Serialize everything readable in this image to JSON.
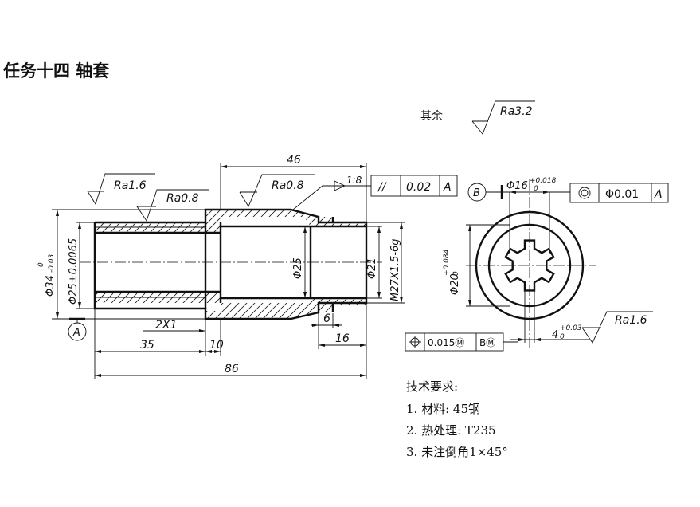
{
  "title": "任务十四    轴套",
  "roughness_other": {
    "prefix": "其余",
    "value": "Ra3.2"
  },
  "roughness": {
    "bore_left": "Ra1.6",
    "bore_mid": "Ra0.8",
    "cone": "Ra0.8",
    "keyway": "Ra1.6"
  },
  "taper": "1:8",
  "tolerance_frame_left": {
    "symbol": "//",
    "value": "0.02",
    "datum": "A"
  },
  "tolerance_frame_right": {
    "symbol": "◎",
    "value": "Φ0.01",
    "datum": "A"
  },
  "tolerance_frame_bottom": {
    "symbol": "⊕",
    "value": "0.015Ⓜ",
    "datum": "BⓂ"
  },
  "datum_labels": {
    "a": "A",
    "b": "B"
  },
  "dimensions": {
    "length_46": "46",
    "outer_dia_main": "Φ34",
    "outer_dia_tol_upper": "0",
    "outer_dia_tol_lower": "-0.03",
    "bore_dia": "Φ25±0.0065",
    "mid_dia": "Φ25",
    "right_dia": "Φ21",
    "thread": "M27X1.5-6g",
    "groove": "2X1",
    "len_35": "35",
    "len_10": "10",
    "len_6": "6",
    "len_16": "16",
    "len_86": "86",
    "spline_dia_main": "Φ16",
    "spline_dia_tol_upper": "+0.018",
    "spline_dia_tol_lower": "0",
    "bore_side_main": "Φ20",
    "bore_side_tol_upper": "+0.084",
    "bore_side_tol_lower": "0",
    "key_width_main": "4",
    "key_width_tol_upper": "+0.03",
    "key_width_tol_lower": "0"
  },
  "technical_requirements": {
    "heading": "技术要求:",
    "items": [
      "1. 材料: 45钢",
      "2. 热处理: T235",
      "3. 未注倒角1×45°"
    ]
  }
}
